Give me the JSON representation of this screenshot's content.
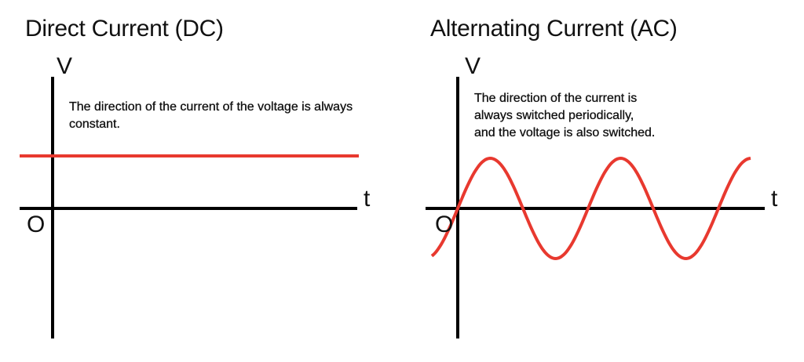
{
  "panels": {
    "dc": {
      "title": "Direct Current (DC)",
      "y_axis_label": "V",
      "x_axis_label": "t",
      "origin_label": "O",
      "description": "The direction of the current of the voltage is always constant."
    },
    "ac": {
      "title": "Alternating Current (AC)",
      "y_axis_label": "V",
      "x_axis_label": "t",
      "origin_label": "O",
      "description_lines": [
        "The direction of the current is",
        "always switched periodically,",
        "and the voltage is also switched."
      ]
    }
  },
  "colors": {
    "signal": "#e8392f",
    "axis": "#000000"
  }
}
